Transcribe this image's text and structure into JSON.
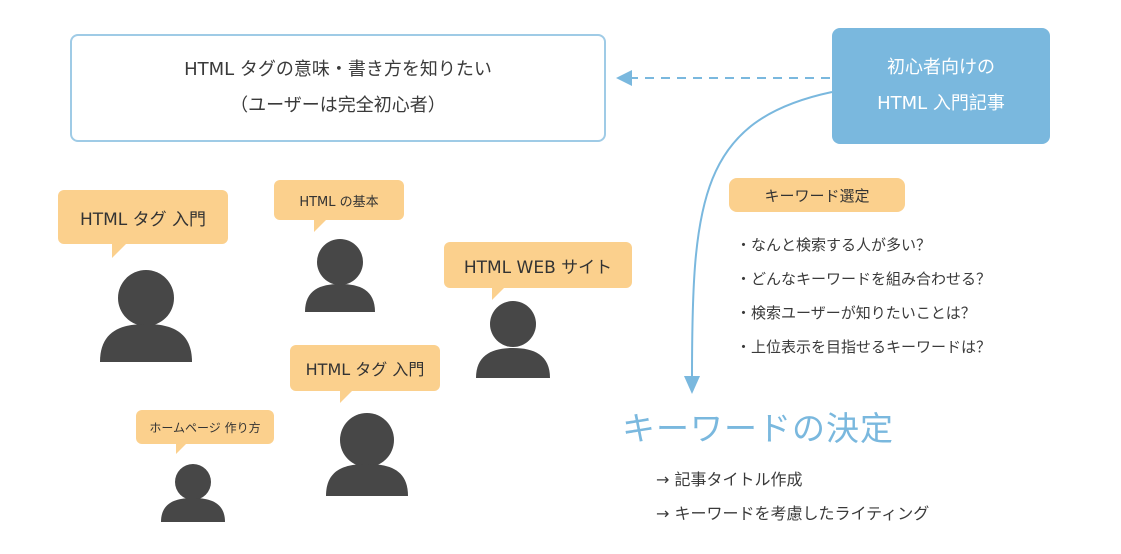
{
  "goal": {
    "line1": "HTML タグの意味・書き方を知りたい",
    "line2": "（ユーザーは完全初心者）"
  },
  "article": {
    "line1": "初心者向けの",
    "line2": "HTML 入門記事"
  },
  "searches": [
    {
      "label": "HTML タグ 入門"
    },
    {
      "label": "HTML の基本"
    },
    {
      "label": "HTML WEB サイト"
    },
    {
      "label": "HTML タグ 入門"
    },
    {
      "label": "ホームページ 作り方"
    }
  ],
  "keyword_selection": {
    "tag": "キーワード選定",
    "questions": [
      "・なんと検索する人が多い？",
      "・どんなキーワードを組み合わせる？",
      "・検索ユーザーが知りたいことは？",
      "・上位表示を目指せるキーワードは？"
    ]
  },
  "decision": {
    "title": "キーワードの決定",
    "outcomes": [
      "→ 記事タイトル作成",
      "→ キーワードを考慮したライティング"
    ]
  },
  "colors": {
    "accent_blue": "#7ab8de",
    "bubble_orange": "#fbd08d",
    "person_gray": "#474747"
  }
}
